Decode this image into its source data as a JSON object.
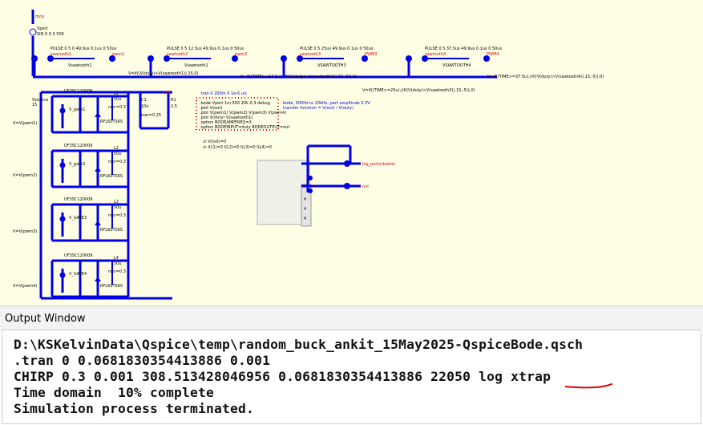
{
  "schematic": {
    "net_duty": "duty",
    "vpert_name": "Vpert",
    "vpert_value": "SIN 0 0.3 500",
    "pulse_sources": [
      {
        "label": "PULSE 0 5 0 49.9us 0.1us 0 50us",
        "name": "sawtooth1",
        "out_name": "pwm1",
        "out_net": "Vsawtooth1"
      },
      {
        "label": "PULSE 0 5 12.5us 49.9us 0.1us 0 50us",
        "name": "sawtooth2",
        "out_name": "pwm2",
        "out_net": "Vsawtooth2"
      },
      {
        "label": "PULSE 0 5 25us 49.9us 0.1us 0 50us",
        "name": "sawtooth3",
        "out_name": "PWM3",
        "out_net": "VSAWTOOTH3"
      },
      {
        "label": "PULSE 0 5 37.5us 49.9us 0.1us 0 50us",
        "name": "sawtooth4",
        "out_name": "PWM4",
        "out_net": "VSAWTOOTH4"
      }
    ],
    "behavioral_1": "V=if((V(duty)>V(sawtooth1)),15,0)",
    "behavioral_2": "V=if((TIME>=12.5u),(if((V(duty)>V(sawtooth2)),15,-5)),0)",
    "behavioral_3": "V=if((TIME>=25u),(if((V(duty)>V(sawtooth3)),15,-5)),0)",
    "behavioral_4": "V=if((TIME>=37.5u),(if((V(duty)>V(sawtooth4)),15,-5)),0)",
    "vsource": "Vsource",
    "vsource_value": "15",
    "gate_sources": [
      "V=V(pwm1)",
      "V=V(pwm2)",
      "V=V(pwm3)",
      "V=V(pwm4)"
    ],
    "mosfet": "UF3SC120009",
    "diode": "RFL60TS6S",
    "inductor": "L1",
    "inductor_value": "50u",
    "rser": "rser=0.3",
    "cap": "C1",
    "cap_value": "10u",
    "cap_rser": "rser=0.25",
    "load": "R1",
    "load_value": "2.5",
    "gate_labels": [
      "V_gate1",
      "V_gate2",
      "V_GATE3",
      "V_GATE4"
    ],
    "tran_directive": ".tran 0 200m 0 1e-6 uic",
    "bode_lines": [
      ".bode Vpert 1m 500 20k 0.3 debug",
      ".plot V(out)",
      ".plot V(pwm1) V(pwm2) V(pwm3) V(pwm4)",
      ".plot V(duty) V(sawtooth1)",
      ".option BODEAMPFREQ=3",
      ".option BODEINPUT=duty BODEOUTPUT=out"
    ],
    "bode_note_1": "bode, 500Hz to 20kHz, pert amplitude 0.3V",
    "bode_note_2": "transfer function = V(out) / V(duty)",
    "ic_lines": [
      ".ic V(out)=0",
      ".ic I(L1)=0 I(L2)=0 I(L3)=0 I(L4)=0"
    ],
    "net_perturbation": "log_perturbation",
    "net_out": "out",
    "colors": {
      "wire": "#0000e6",
      "label_red": "#e00000",
      "dotted": "#e00000",
      "background": "#ffffe6"
    }
  },
  "output_window": {
    "title": "Output Window",
    "lines": [
      "D:\\KSKelvinData\\Qspice\\temp\\random_buck_ankit_15May2025-QspiceBode.qsch",
      ".tran 0 0.0681830354413886 0.001",
      "CHIRP 0.3 0.001 308.513428046956 0.0681830354413886 22050 log xtrap",
      "Time domain  10% complete",
      "Simulation process terminated."
    ],
    "annotation_color": "#e00000"
  }
}
